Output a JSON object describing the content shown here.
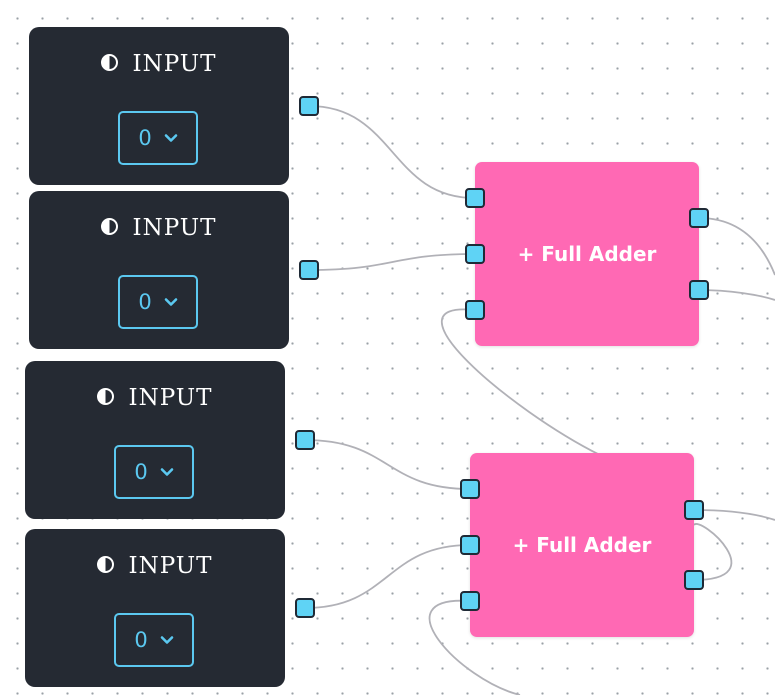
{
  "canvas": {
    "grid": "dots",
    "colors": {
      "background": "#ffffff",
      "grid_dot": "#9aa0a6",
      "wire": "#b1b1b7",
      "input_node_bg": "#252a33",
      "accent": "#5bc8f0",
      "adder_node_bg": "#ff69b4",
      "handle_fill": "#5fd3f5"
    }
  },
  "input_nodes": [
    {
      "title": "INPUT",
      "icon": "half-circle-icon",
      "value": "0"
    },
    {
      "title": "INPUT",
      "icon": "half-circle-icon",
      "value": "0"
    },
    {
      "title": "INPUT",
      "icon": "half-circle-icon",
      "value": "0"
    },
    {
      "title": "INPUT",
      "icon": "half-circle-icon",
      "value": "0"
    }
  ],
  "adder_nodes": [
    {
      "label": "+ Full Adder"
    },
    {
      "label": "+ Full Adder"
    }
  ]
}
